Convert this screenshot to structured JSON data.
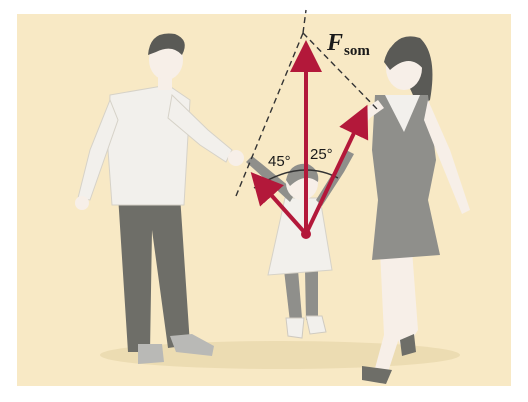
{
  "diagram": {
    "force_symbol": "F",
    "force_subscript": "som",
    "angle_left": "45°",
    "angle_right": "25°"
  },
  "colors": {
    "background": "#f8e9c5",
    "vector": "#b3183a",
    "dashed": "#333333",
    "shirt": "#f2f0ec",
    "pants": "#6e6e68",
    "dress": "#8f8f8b",
    "hair": "#5a5a56",
    "skin": "#f7efe8"
  }
}
